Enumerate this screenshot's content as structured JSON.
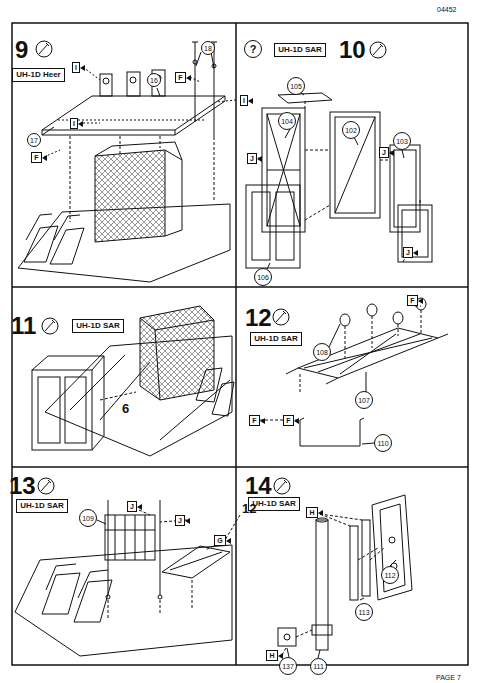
{
  "diagram": {
    "nodes": [
      {
        "text": [
          "UH-1D Heer"
        ]
      },
      {
        "text": [
          "I"
        ]
      },
      {
        "text": [
          "18"
        ]
      },
      {
        "text": [
          "16"
        ]
      },
      {
        "text": [
          "F"
        ]
      },
      {
        "text": [
          "I"
        ]
      },
      {
        "text": [
          "I"
        ]
      },
      {
        "text": [
          "17"
        ]
      },
      {
        "text": [
          "F"
        ]
      },
      {
        "text": [
          "?"
        ]
      },
      {
        "text": [
          "UH-1D SAR"
        ]
      },
      {
        "text": [
          "105"
        ]
      },
      {
        "text": [
          "J"
        ]
      },
      {
        "text": [
          "104"
        ]
      },
      {
        "text": [
          "102"
        ]
      },
      {
        "text": [
          "J"
        ]
      },
      {
        "text": [
          "103"
        ]
      },
      {
        "text": [
          "J"
        ]
      },
      {
        "text": [
          "106"
        ]
      },
      {
        "text": [
          "UH-1D SAR"
        ]
      },
      {
        "text": [
          "UH-1D SAR"
        ]
      },
      {
        "text": [
          "F"
        ]
      },
      {
        "text": [
          "108"
        ]
      },
      {
        "text": [
          "F"
        ]
      },
      {
        "text": [
          "107"
        ]
      },
      {
        "text": [
          "F"
        ]
      },
      {
        "text": [
          "110"
        ]
      },
      {
        "text": [
          "UH-1D SAR"
        ]
      },
      {
        "text": [
          "J"
        ]
      },
      {
        "text": [
          "109"
        ]
      },
      {
        "text": [
          "J"
        ]
      },
      {
        "text": [
          "G"
        ]
      },
      {
        "text": [
          "UH-1D SAR"
        ]
      },
      {
        "text": [
          "H"
        ]
      },
      {
        "text": [
          "112"
        ]
      },
      {
        "text": [
          "113"
        ]
      },
      {
        "text": [
          "H"
        ]
      },
      {
        "text": [
          "137"
        ]
      },
      {
        "text": [
          "111"
        ]
      }
    ],
    "labels": [
      "04452",
      "9",
      "10",
      "11",
      "6",
      "12",
      "13",
      "12",
      "14",
      "PAGE 7"
    ]
  }
}
